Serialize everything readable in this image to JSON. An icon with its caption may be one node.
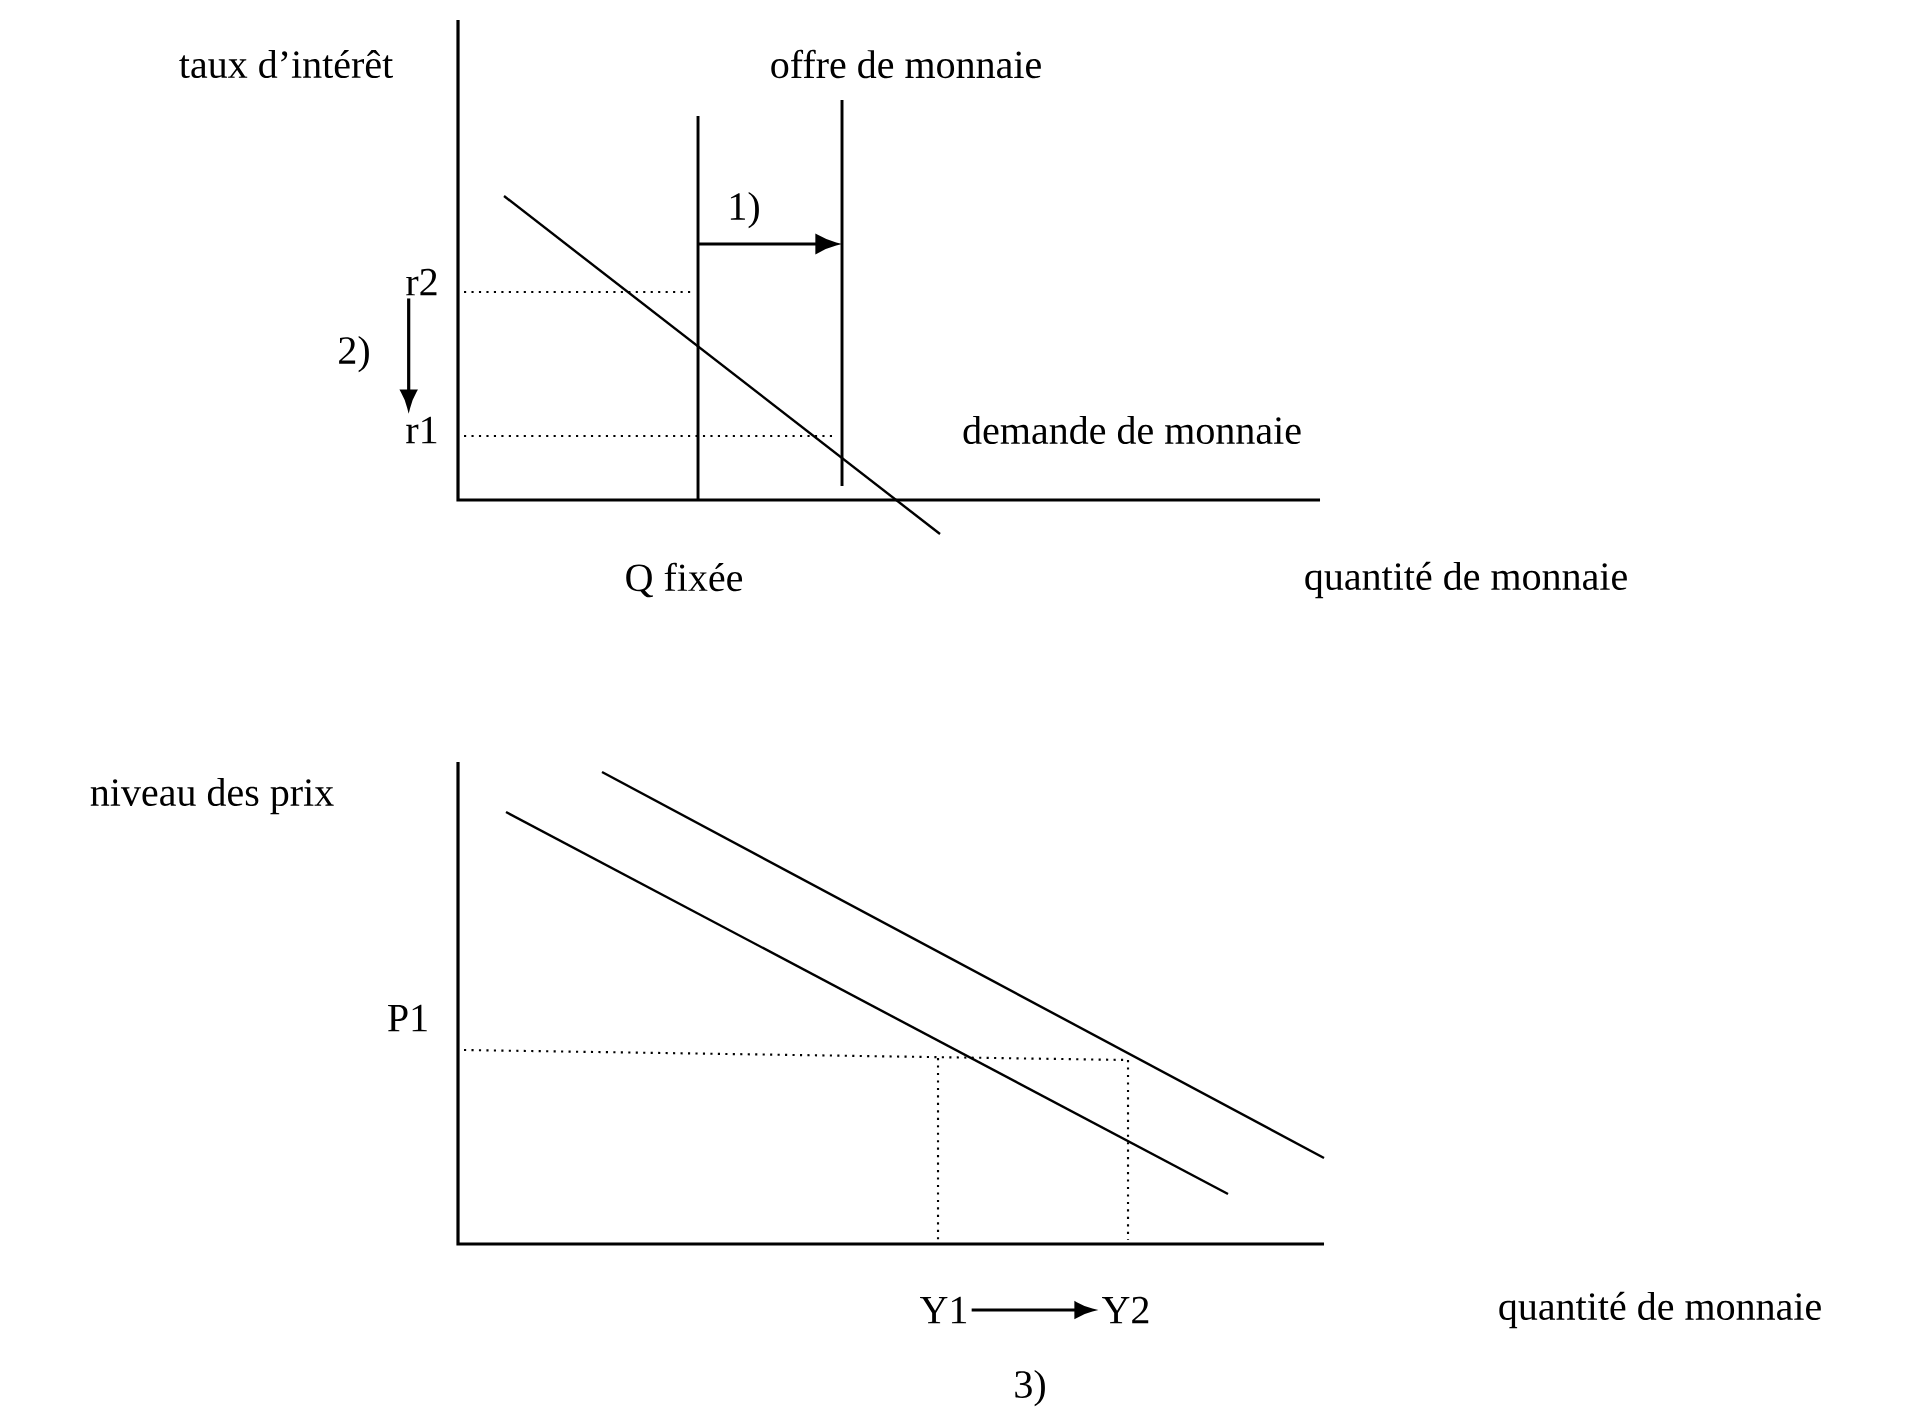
{
  "diagram": {
    "nodes": [
      {
        "text": [
          "r2"
        ]
      },
      {
        "text": [
          "r1"
        ]
      },
      {
        "text": [
          "Y1"
        ]
      },
      {
        "text": [
          "Y2"
        ]
      }
    ],
    "edges": [
      {
        "from": 0,
        "to": 1,
        "arrow": "to"
      },
      {
        "from": 2,
        "to": 3,
        "arrow": "to"
      }
    ],
    "labels": [
      "taux d’intérêt",
      "offre de monnaie",
      "1)",
      "2)",
      "demande de monnaie",
      "Q fixée",
      "quantité de monnaie",
      "niveau des prix",
      "P1",
      "quantité de monnaie",
      "3)"
    ]
  }
}
